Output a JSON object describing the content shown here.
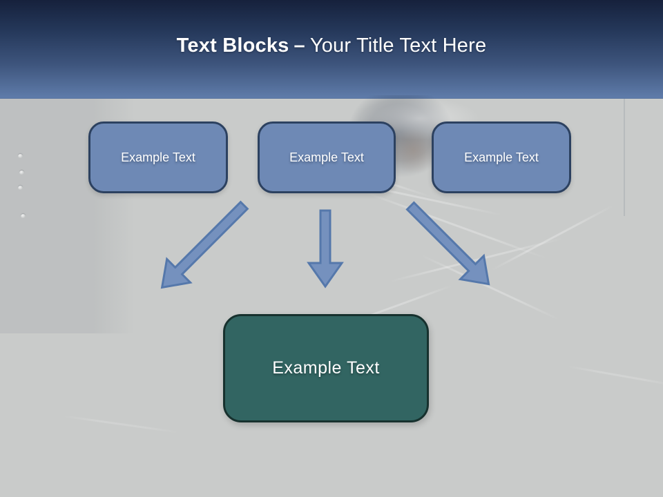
{
  "slide": {
    "title": {
      "bold": "Text Blocks",
      "separator": "–",
      "rest": "Your Title Text Here"
    },
    "source_boxes": [
      {
        "label": "Example Text"
      },
      {
        "label": "Example Text"
      },
      {
        "label": "Example Text"
      }
    ],
    "target_box": {
      "label": "Example Text"
    },
    "arrows": [
      {
        "name": "arrow-down-right"
      },
      {
        "name": "arrow-down"
      },
      {
        "name": "arrow-down-left"
      }
    ],
    "colors": {
      "header_gradient_top": "#16213c",
      "header_gradient_bottom": "#5f7caa",
      "canvas_background": "#c9cbca",
      "source_box_fill": "#6e89b5",
      "source_box_border": "#2c4160",
      "arrow_fill": "#7591be",
      "arrow_stroke": "#5578ab",
      "target_box_fill": "#326562",
      "target_box_border": "#17312e",
      "text": "#ffffff"
    }
  }
}
